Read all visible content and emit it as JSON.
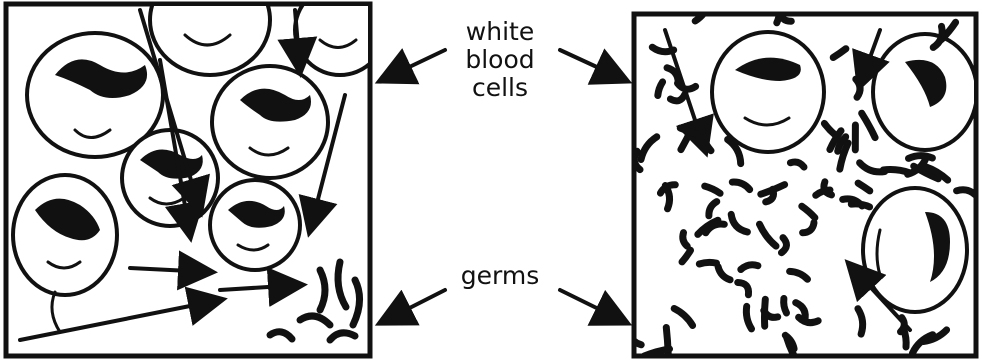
{
  "labels": {
    "white_blood_cells": [
      "white",
      "blood",
      "cells"
    ],
    "germs": "germs"
  },
  "colors": {
    "ink": "#111111",
    "background": "#ffffff"
  }
}
